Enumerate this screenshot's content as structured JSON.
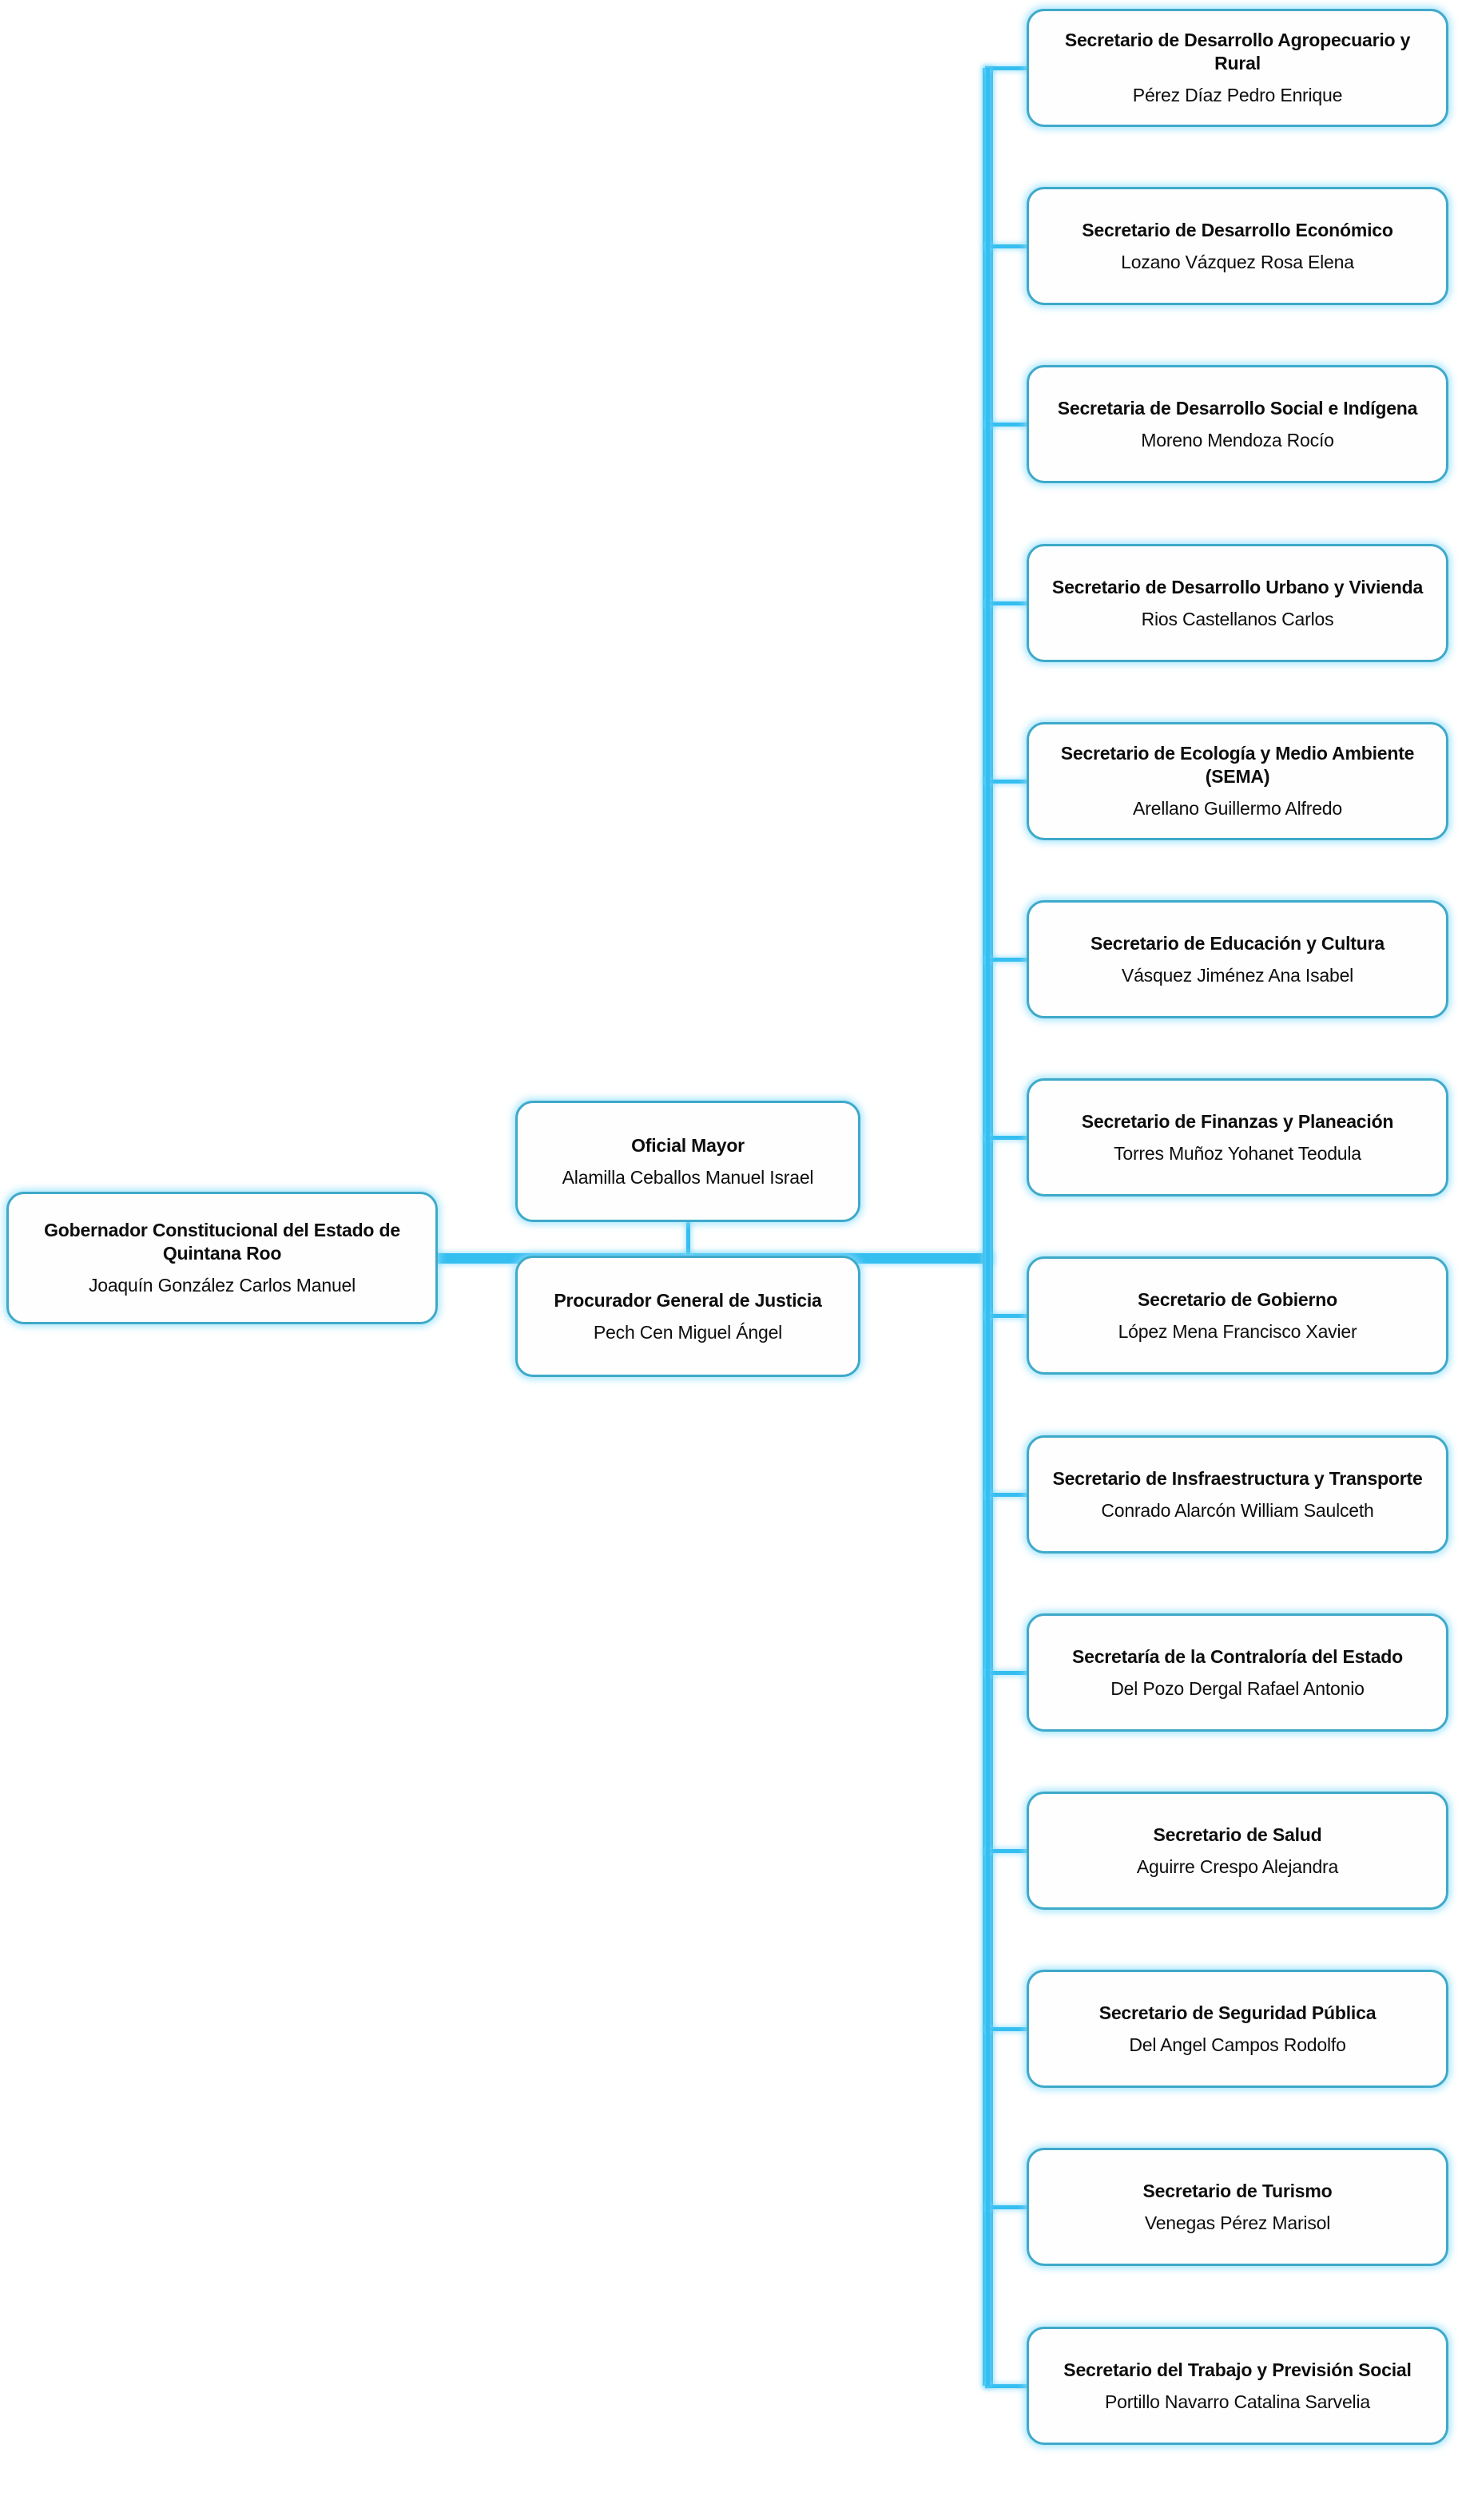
{
  "theme": {
    "connector_color": "#35BEF0",
    "node_border_color": "#3FA9C9",
    "node_fill_color": "#FEFEFE",
    "text_color": "#0D0D0D",
    "glow_color": "#8CDEFC"
  },
  "chart_data": {
    "type": "diagram",
    "diagram_kind": "organizational-chart",
    "orientation": "left-to-right",
    "levels": 2,
    "root": {
      "title": "Gobernador Constitucional del Estado de Quintana Roo",
      "person": "Joaquín González Carlos Manuel"
    },
    "branch_counts": {
      "middle_column": 2,
      "right_column": 14
    }
  },
  "root": {
    "title": "Gobernador Constitucional del Estado de Quintana Roo",
    "person": "Joaquín González Carlos Manuel"
  },
  "middle_column": [
    {
      "title": "Oficial Mayor",
      "person": "Alamilla Ceballos Manuel Israel"
    },
    {
      "title": "Procurador General de Justicia",
      "person": "Pech Cen Miguel Ángel"
    }
  ],
  "right_column": [
    {
      "title": "Secretario de Desarrollo Agropecuario y Rural",
      "person": "Pérez Díaz Pedro Enrique"
    },
    {
      "title": "Secretario de Desarrollo Económico",
      "person": "Lozano Vázquez Rosa Elena"
    },
    {
      "title": "Secretaria de Desarrollo Social e Indígena",
      "person": "Moreno Mendoza Rocío"
    },
    {
      "title": "Secretario de Desarrollo Urbano y Vivienda",
      "person": "Rios Castellanos Carlos"
    },
    {
      "title": "Secretario de Ecología y Medio Ambiente (SEMA)",
      "person": "Arellano Guillermo Alfredo"
    },
    {
      "title": "Secretario de Educación y Cultura",
      "person": "Vásquez Jiménez Ana Isabel"
    },
    {
      "title": "Secretario de Finanzas y Planeación",
      "person": "Torres Muñoz Yohanet Teodula"
    },
    {
      "title": "Secretario de Gobierno",
      "person": "López Mena Francisco Xavier"
    },
    {
      "title": "Secretario de Insfraestructura y Transporte",
      "person": "Conrado Alarcón William Saulceth"
    },
    {
      "title": "Secretaría de la Contraloría del Estado",
      "person": "Del Pozo Dergal Rafael Antonio"
    },
    {
      "title": "Secretario de Salud",
      "person": "Aguirre Crespo Alejandra"
    },
    {
      "title": "Secretario de Seguridad Pública",
      "person": "Del Angel Campos Rodolfo"
    },
    {
      "title": "Secretario de Turismo",
      "person": "Venegas Pérez Marisol"
    },
    {
      "title": "Secretario del Trabajo y Previsión Social",
      "person": "Portillo Navarro Catalina Sarvelia"
    }
  ]
}
